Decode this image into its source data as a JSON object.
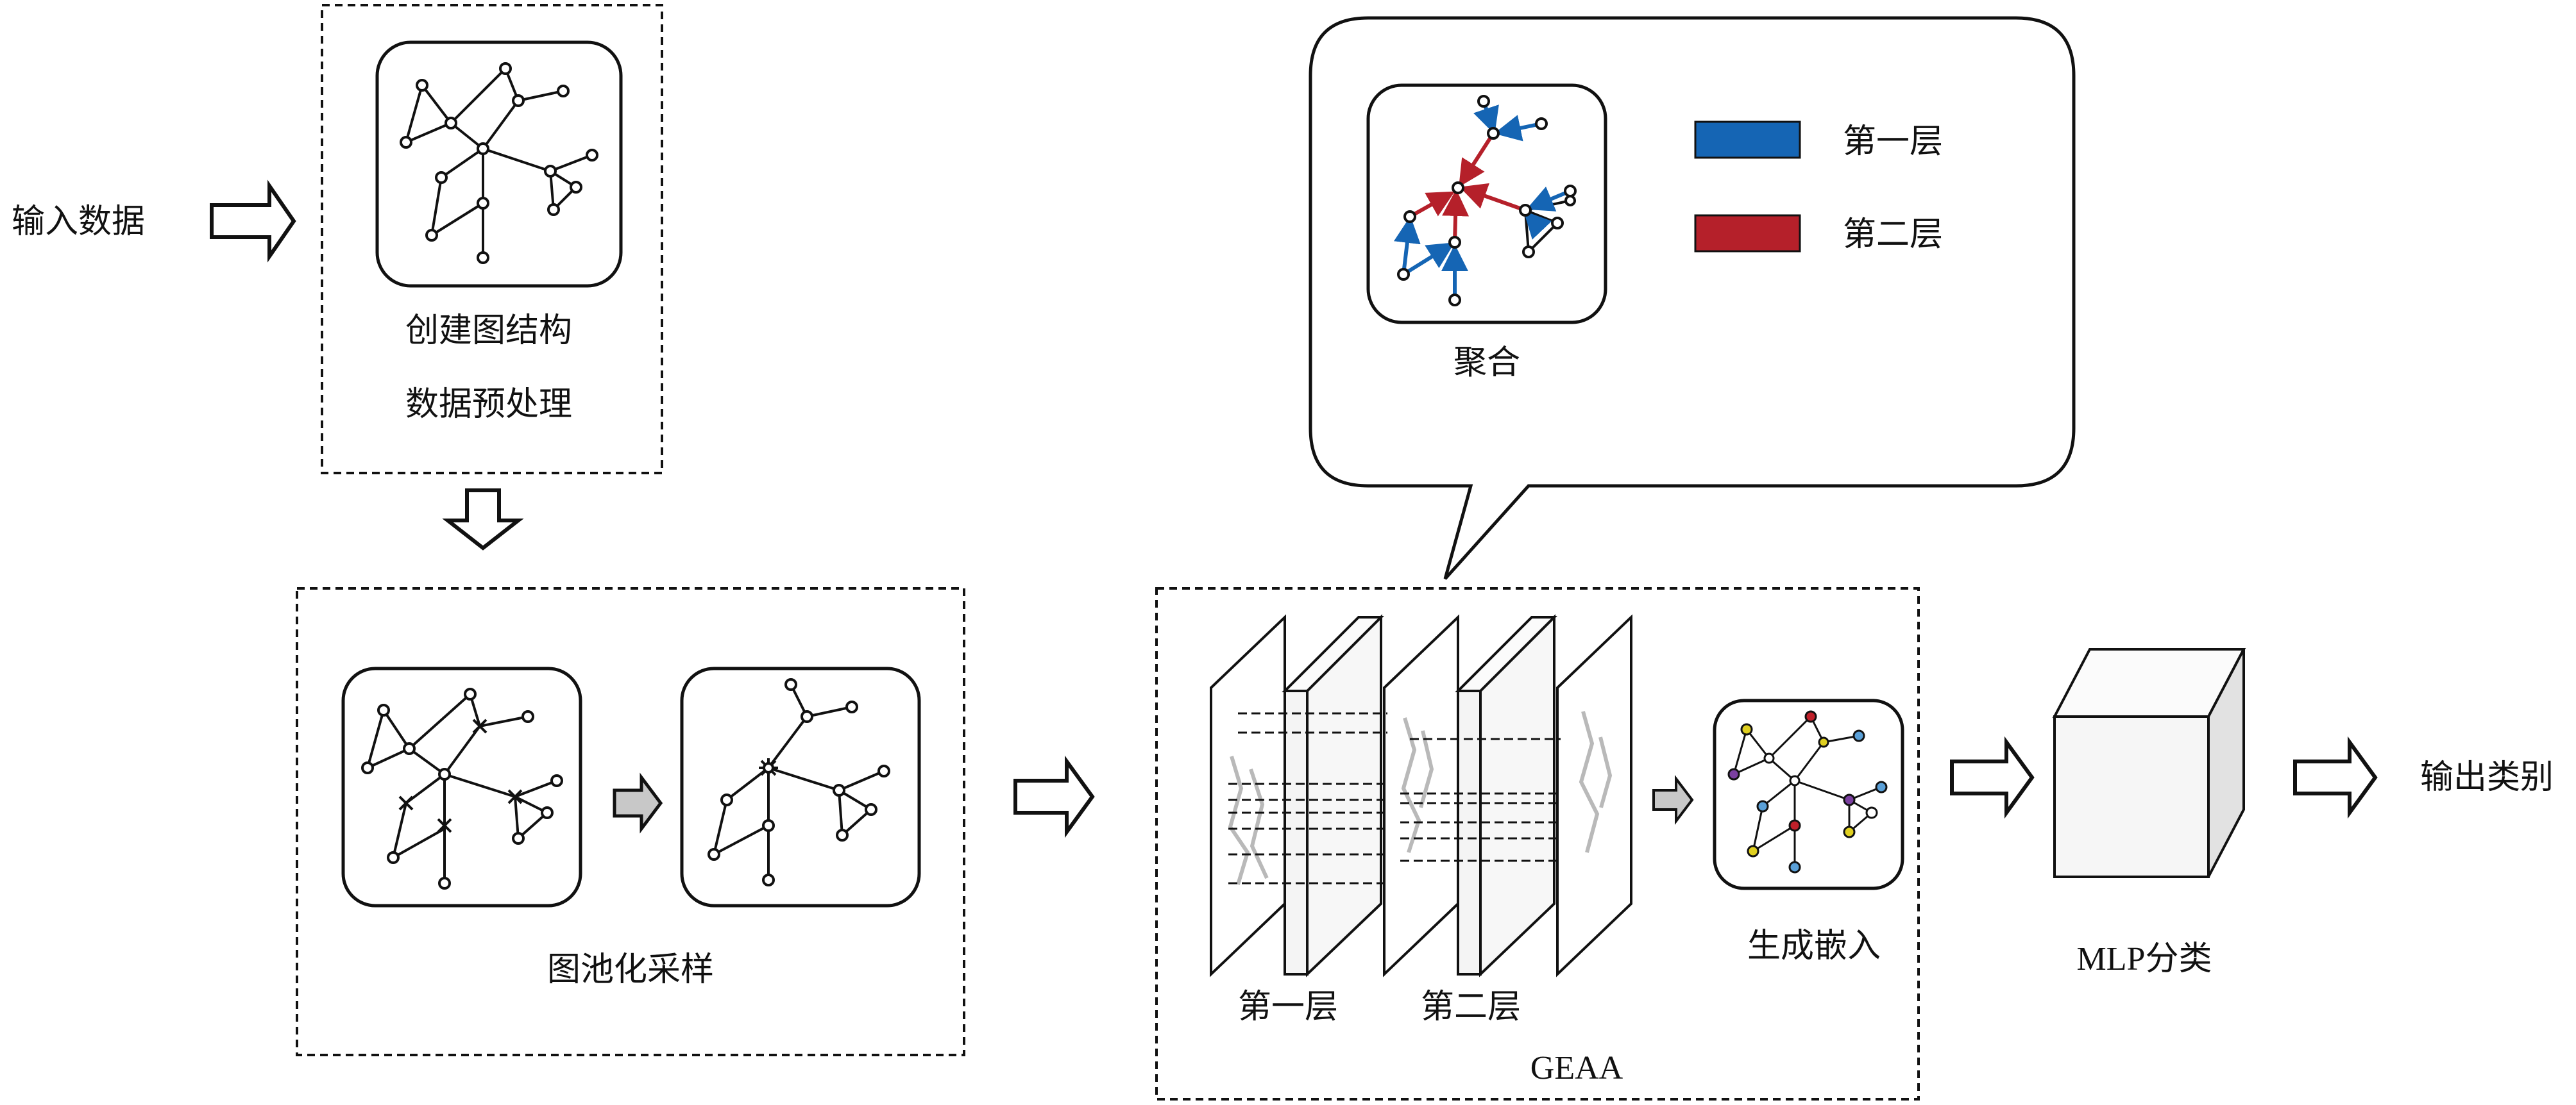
{
  "labels": {
    "input_data": "输入数据",
    "create_graph": "创建图结构",
    "preprocess": "数据预处理",
    "graph_pool_sampling": "图池化采样",
    "layer_one": "第一层",
    "layer_two": "第二层",
    "geaa": "GEAA",
    "generate_embedding": "生成嵌入",
    "mlp_classify": "MLP分类",
    "output_class": "输出类别",
    "aggregate": "聚合"
  },
  "legend": [
    {
      "label": "第一层",
      "color": "#1565b4"
    },
    {
      "label": "第二层",
      "color": "#b5202a"
    }
  ],
  "colors": {
    "layer_one": "#1565b4",
    "layer_two": "#b5202a",
    "arrow_gray_fill": "#c8c8c8",
    "stroke": "#111111",
    "node_fill": "#ffffff",
    "cube_front": "#f6f6f6",
    "cube_top": "#fbfbfb",
    "cube_side": "#e2e2e2"
  }
}
